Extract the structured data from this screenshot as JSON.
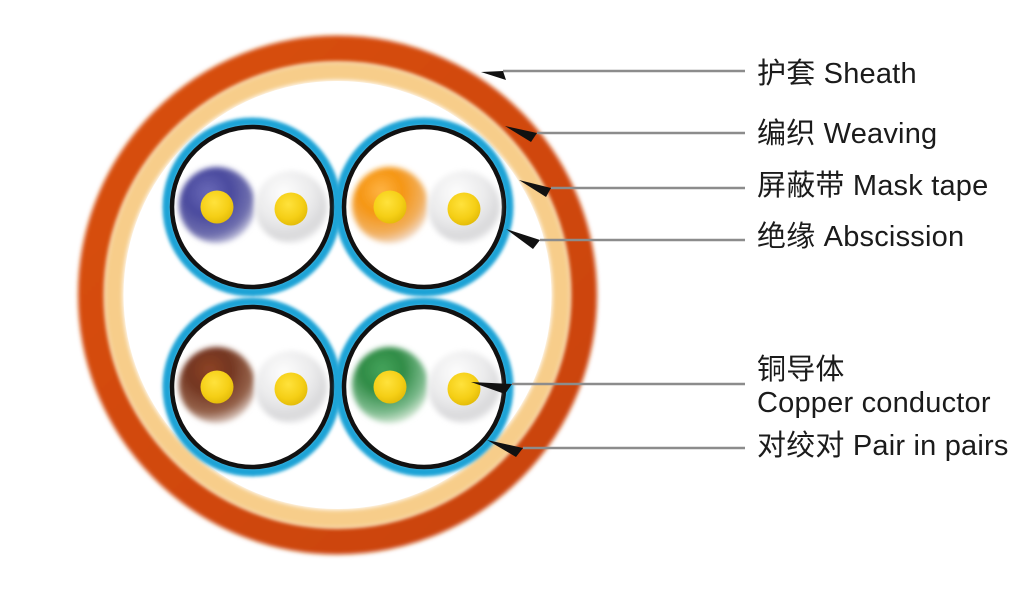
{
  "diagram": {
    "title": "Shielded twisted-pair network cable cross-section",
    "colors": {
      "sheath_outer": "#d1480d",
      "sheath_inner_tan": "#f5c172",
      "weaving_tan": "#f7cd8a",
      "mask_tape_cyan": "#1ea3d6",
      "insulation_outline": "#111111",
      "copper": "#f5cf16",
      "wire_blue": "#4a4a9e",
      "wire_orange": "#f59512",
      "wire_brown": "#7a3a22",
      "wire_green": "#2f8b45",
      "wire_white": "#e9e9ea",
      "leader_line": "#8c8c8c",
      "arrow": "#111111",
      "text": "#1b1b1b",
      "background": "#ffffff"
    },
    "pairs": [
      {
        "name": "blue-white-pair",
        "position": "top-left",
        "wires": [
          {
            "name": "blue-wire",
            "color": "#4a4a9e",
            "conductor": "#f5cf16"
          },
          {
            "name": "white-wire",
            "color": "#e9e9ea",
            "conductor": "#f5cf16"
          }
        ]
      },
      {
        "name": "orange-white-pair",
        "position": "top-right",
        "wires": [
          {
            "name": "orange-wire",
            "color": "#f59512",
            "conductor": "#f5cf16"
          },
          {
            "name": "white-wire",
            "color": "#e9e9ea",
            "conductor": "#f5cf16"
          }
        ]
      },
      {
        "name": "brown-white-pair",
        "position": "bottom-left",
        "wires": [
          {
            "name": "brown-wire",
            "color": "#7a3a22",
            "conductor": "#f5cf16"
          },
          {
            "name": "white-wire",
            "color": "#e9e9ea",
            "conductor": "#f5cf16"
          }
        ]
      },
      {
        "name": "green-white-pair",
        "position": "bottom-right",
        "wires": [
          {
            "name": "green-wire",
            "color": "#2f8b45",
            "conductor": "#f5cf16"
          },
          {
            "name": "white-wire",
            "color": "#e9e9ea",
            "conductor": "#f5cf16"
          }
        ]
      }
    ]
  },
  "callouts": [
    {
      "id": "sheath",
      "text": "护套 Sheath",
      "text_cn": "护套",
      "text_en": "Sheath",
      "lines": [
        "护套 Sheath"
      ],
      "target": "outer-sheath"
    },
    {
      "id": "weaving",
      "text": "编织 Weaving",
      "text_cn": "编织",
      "text_en": "Weaving",
      "lines": [
        "编织 Weaving"
      ],
      "target": "braid-layer"
    },
    {
      "id": "mask-tape",
      "text": "屏蔽带 Mask tape",
      "text_cn": "屏蔽带",
      "text_en": "Mask tape",
      "lines": [
        "屏蔽带 Mask tape"
      ],
      "target": "shield-tape"
    },
    {
      "id": "abscission",
      "text": "绝缘 Abscission",
      "text_cn": "绝缘",
      "text_en": "Abscission",
      "lines": [
        "绝缘 Abscission"
      ],
      "target": "insulation"
    },
    {
      "id": "copper-conductor",
      "text": "铜导体 Copper conductor",
      "text_cn": "铜导体",
      "text_en": "Copper conductor",
      "lines": [
        "铜导体",
        "Copper conductor"
      ],
      "target": "copper-core"
    },
    {
      "id": "pair-in-pairs",
      "text": "对绞对 Pair in pairs",
      "text_cn": "对绞对",
      "text_en": "Pair in pairs",
      "lines": [
        "对绞对 Pair in pairs"
      ],
      "target": "twisted-pair"
    }
  ]
}
